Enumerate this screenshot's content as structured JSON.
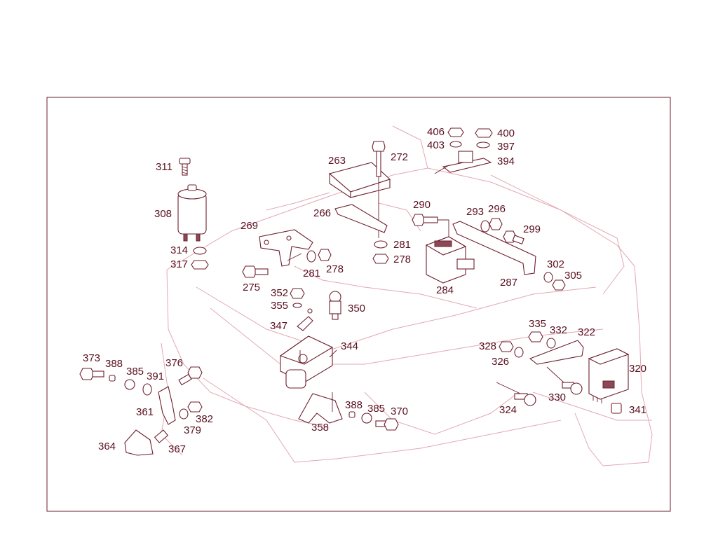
{
  "diagram": {
    "labels": [
      {
        "id": "406",
        "text": "406"
      },
      {
        "id": "400",
        "text": "400"
      },
      {
        "id": "403",
        "text": "403"
      },
      {
        "id": "397",
        "text": "397"
      },
      {
        "id": "394",
        "text": "394"
      },
      {
        "id": "272",
        "text": "272"
      },
      {
        "id": "263",
        "text": "263"
      },
      {
        "id": "311",
        "text": "311"
      },
      {
        "id": "308",
        "text": "308"
      },
      {
        "id": "269",
        "text": "269"
      },
      {
        "id": "266",
        "text": "266"
      },
      {
        "id": "290",
        "text": "290"
      },
      {
        "id": "293",
        "text": "293"
      },
      {
        "id": "296",
        "text": "296"
      },
      {
        "id": "299",
        "text": "299"
      },
      {
        "id": "314",
        "text": "314"
      },
      {
        "id": "317",
        "text": "317"
      },
      {
        "id": "281a",
        "text": "281"
      },
      {
        "id": "278a",
        "text": "278"
      },
      {
        "id": "281b",
        "text": "281"
      },
      {
        "id": "278b",
        "text": "278"
      },
      {
        "id": "275",
        "text": "275"
      },
      {
        "id": "284",
        "text": "284"
      },
      {
        "id": "287",
        "text": "287"
      },
      {
        "id": "302",
        "text": "302"
      },
      {
        "id": "305",
        "text": "305"
      },
      {
        "id": "352",
        "text": "352"
      },
      {
        "id": "355",
        "text": "355"
      },
      {
        "id": "350",
        "text": "350"
      },
      {
        "id": "347",
        "text": "347"
      },
      {
        "id": "335",
        "text": "335"
      },
      {
        "id": "332",
        "text": "332"
      },
      {
        "id": "322",
        "text": "322"
      },
      {
        "id": "344",
        "text": "344"
      },
      {
        "id": "328",
        "text": "328"
      },
      {
        "id": "326",
        "text": "326"
      },
      {
        "id": "320",
        "text": "320"
      },
      {
        "id": "373",
        "text": "373"
      },
      {
        "id": "388a",
        "text": "388"
      },
      {
        "id": "385a",
        "text": "385"
      },
      {
        "id": "376",
        "text": "376"
      },
      {
        "id": "391",
        "text": "391"
      },
      {
        "id": "361",
        "text": "361"
      },
      {
        "id": "382",
        "text": "382"
      },
      {
        "id": "379",
        "text": "379"
      },
      {
        "id": "364",
        "text": "364"
      },
      {
        "id": "367",
        "text": "367"
      },
      {
        "id": "388b",
        "text": "388"
      },
      {
        "id": "385b",
        "text": "385"
      },
      {
        "id": "370",
        "text": "370"
      },
      {
        "id": "358",
        "text": "358"
      },
      {
        "id": "324",
        "text": "324"
      },
      {
        "id": "330",
        "text": "330"
      },
      {
        "id": "341",
        "text": "341"
      }
    ]
  }
}
